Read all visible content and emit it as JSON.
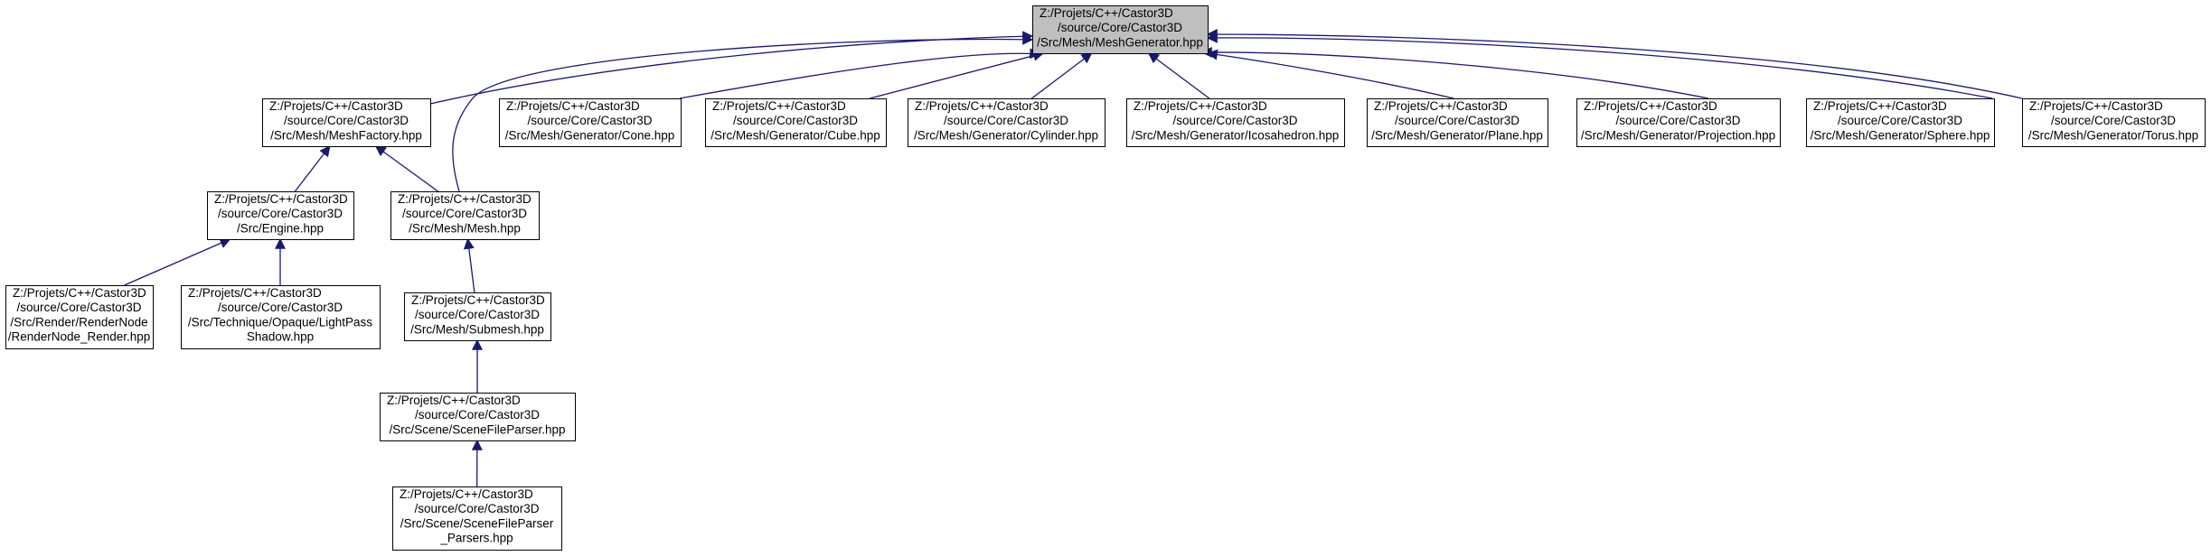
{
  "colors": {
    "edge": "#191970",
    "node_border": "#000000",
    "root_fill": "#bfbfbf",
    "node_fill": "#ffffff"
  },
  "nodes": [
    {
      "id": "mesh_generator",
      "lines": [
        "Z:/Projets/C++/Castor3D",
        "/source/Core/Castor3D",
        "/Src/Mesh/MeshGenerator.hpp"
      ],
      "root": true
    },
    {
      "id": "mesh_factory",
      "lines": [
        "Z:/Projets/C++/Castor3D",
        "/source/Core/Castor3D",
        "/Src/Mesh/MeshFactory.hpp"
      ]
    },
    {
      "id": "gen_cone",
      "lines": [
        "Z:/Projets/C++/Castor3D",
        "/source/Core/Castor3D",
        "/Src/Mesh/Generator/Cone.hpp"
      ]
    },
    {
      "id": "gen_cube",
      "lines": [
        "Z:/Projets/C++/Castor3D",
        "/source/Core/Castor3D",
        "/Src/Mesh/Generator/Cube.hpp"
      ]
    },
    {
      "id": "gen_cylinder",
      "lines": [
        "Z:/Projets/C++/Castor3D",
        "/source/Core/Castor3D",
        "/Src/Mesh/Generator/Cylinder.hpp"
      ]
    },
    {
      "id": "gen_icosahedron",
      "lines": [
        "Z:/Projets/C++/Castor3D",
        "/source/Core/Castor3D",
        "/Src/Mesh/Generator/Icosahedron.hpp"
      ]
    },
    {
      "id": "gen_plane",
      "lines": [
        "Z:/Projets/C++/Castor3D",
        "/source/Core/Castor3D",
        "/Src/Mesh/Generator/Plane.hpp"
      ]
    },
    {
      "id": "gen_projection",
      "lines": [
        "Z:/Projets/C++/Castor3D",
        "/source/Core/Castor3D",
        "/Src/Mesh/Generator/Projection.hpp"
      ]
    },
    {
      "id": "gen_sphere",
      "lines": [
        "Z:/Projets/C++/Castor3D",
        "/source/Core/Castor3D",
        "/Src/Mesh/Generator/Sphere.hpp"
      ]
    },
    {
      "id": "gen_torus",
      "lines": [
        "Z:/Projets/C++/Castor3D",
        "/source/Core/Castor3D",
        "/Src/Mesh/Generator/Torus.hpp"
      ]
    },
    {
      "id": "engine",
      "lines": [
        "Z:/Projets/C++/Castor3D",
        "/source/Core/Castor3D",
        "/Src/Engine.hpp"
      ]
    },
    {
      "id": "mesh",
      "lines": [
        "Z:/Projets/C++/Castor3D",
        "/source/Core/Castor3D",
        "/Src/Mesh/Mesh.hpp"
      ]
    },
    {
      "id": "render_node",
      "lines": [
        "Z:/Projets/C++/Castor3D",
        "/source/Core/Castor3D",
        "/Src/Render/RenderNode",
        "/RenderNode_Render.hpp"
      ]
    },
    {
      "id": "light_pass_shadow",
      "lines": [
        "Z:/Projets/C++/Castor3D",
        "/source/Core/Castor3D",
        "/Src/Technique/Opaque/LightPass",
        "Shadow.hpp"
      ]
    },
    {
      "id": "submesh",
      "lines": [
        "Z:/Projets/C++/Castor3D",
        "/source/Core/Castor3D",
        "/Src/Mesh/Submesh.hpp"
      ]
    },
    {
      "id": "scene_file_parser",
      "lines": [
        "Z:/Projets/C++/Castor3D",
        "/source/Core/Castor3D",
        "/Src/Scene/SceneFileParser.hpp"
      ]
    },
    {
      "id": "scene_file_parser_parsers",
      "lines": [
        "Z:/Projets/C++/Castor3D",
        "/source/Core/Castor3D",
        "/Src/Scene/SceneFileParser",
        "_Parsers.hpp"
      ]
    }
  ],
  "edges": [
    {
      "from": "mesh_factory",
      "to": "mesh_generator"
    },
    {
      "from": "mesh",
      "to": "mesh_generator"
    },
    {
      "from": "gen_cone",
      "to": "mesh_generator"
    },
    {
      "from": "gen_cube",
      "to": "mesh_generator"
    },
    {
      "from": "gen_cylinder",
      "to": "mesh_generator"
    },
    {
      "from": "gen_icosahedron",
      "to": "mesh_generator"
    },
    {
      "from": "gen_plane",
      "to": "mesh_generator"
    },
    {
      "from": "gen_projection",
      "to": "mesh_generator"
    },
    {
      "from": "gen_sphere",
      "to": "mesh_generator"
    },
    {
      "from": "gen_torus",
      "to": "mesh_generator"
    },
    {
      "from": "engine",
      "to": "mesh_factory"
    },
    {
      "from": "mesh",
      "to": "mesh_factory"
    },
    {
      "from": "render_node",
      "to": "engine"
    },
    {
      "from": "light_pass_shadow",
      "to": "engine"
    },
    {
      "from": "submesh",
      "to": "mesh"
    },
    {
      "from": "scene_file_parser",
      "to": "submesh"
    },
    {
      "from": "scene_file_parser_parsers",
      "to": "scene_file_parser"
    }
  ]
}
